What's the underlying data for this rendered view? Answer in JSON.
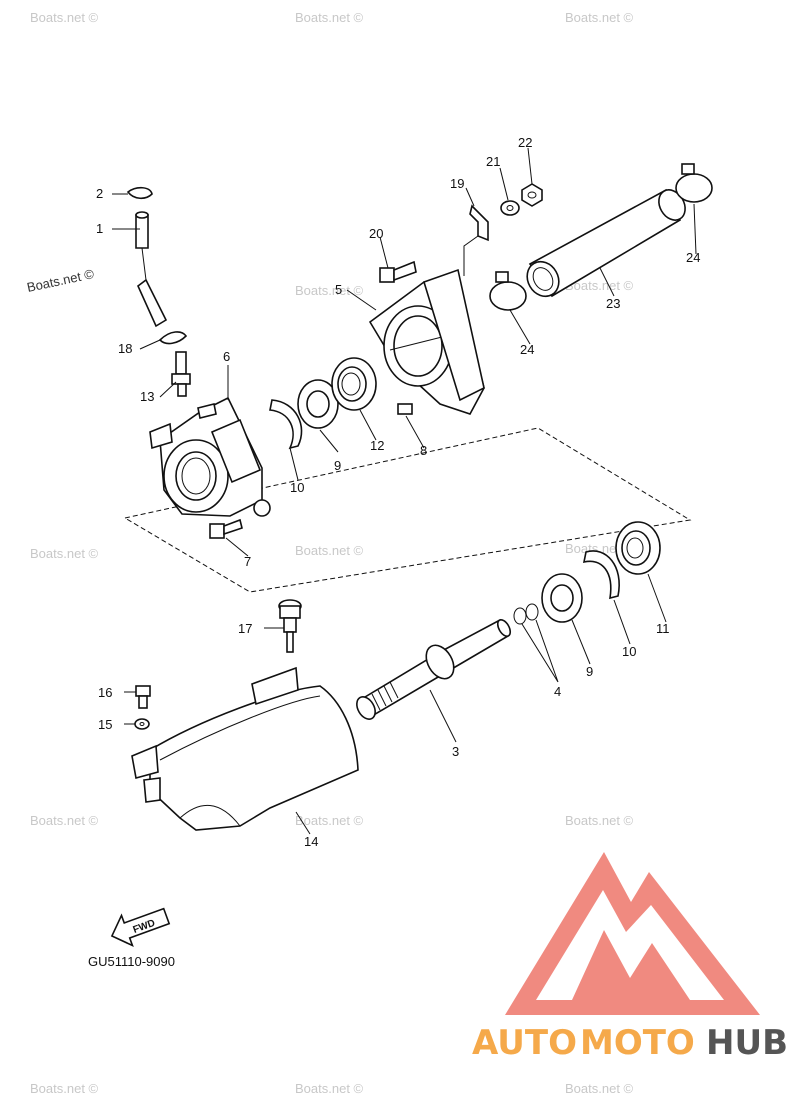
{
  "diagram": {
    "part_labels": [
      "1",
      "2",
      "18",
      "13",
      "6",
      "7",
      "20",
      "5",
      "9",
      "12",
      "10",
      "8",
      "19",
      "21",
      "22",
      "24",
      "23",
      "24",
      "9",
      "10",
      "11",
      "4",
      "3",
      "17",
      "16",
      "15",
      "14"
    ],
    "fwd_label": "FWD",
    "drawing_code": "GU51110-9090"
  },
  "watermarks": {
    "text": "Boats.net ©"
  },
  "logo": {
    "text_auto": "AUTO",
    "text_moto": "MOTO",
    "text_hub": "HUB",
    "colors": {
      "triangle": "#f08a80",
      "auto": "#f5a94a",
      "moto": "#f5a94a",
      "hub": "#555555"
    }
  }
}
